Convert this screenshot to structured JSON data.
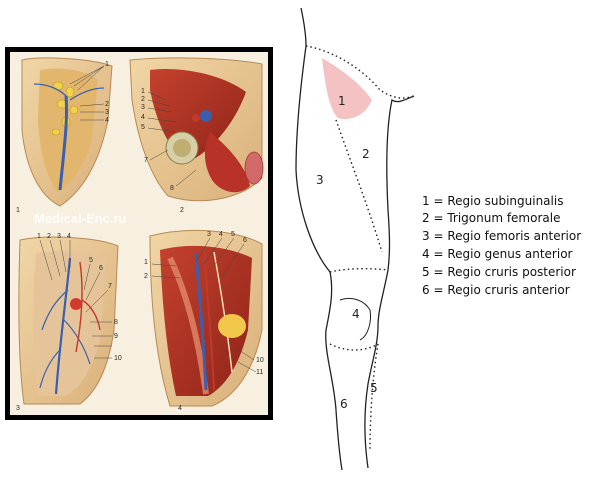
{
  "atlas": {
    "watermark": "Medical-Enc.ru",
    "plate_numbers": [
      "1",
      "2",
      "3",
      "4"
    ],
    "callouts": [
      "1",
      "2",
      "3",
      "4",
      "5",
      "6",
      "7",
      "8",
      "9",
      "10",
      "11"
    ],
    "background_color": "#000000",
    "skin_color": "#e9c78f"
  },
  "figure": {
    "region_labels": [
      "1",
      "2",
      "3",
      "4",
      "5",
      "6"
    ],
    "highlight_color": "#f4c2c2"
  },
  "legend": {
    "items": [
      "1 = Regio subinguinalis",
      "2 = Trigonum femorale",
      "3 = Regio femoris anterior",
      "4 = Regio genus anterior",
      "5 = Regio cruris posterior",
      "6 = Regio cruris anterior"
    ]
  }
}
